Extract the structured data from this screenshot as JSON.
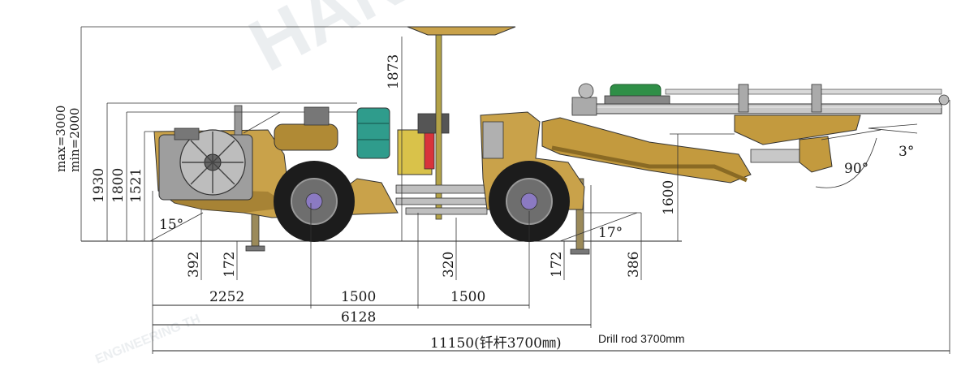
{
  "colors": {
    "body": "#c9a24a",
    "body_dark": "#8a6a24",
    "engine": "#2f9c8c",
    "cab": "#d9c24a",
    "tank_red": "#d8343b",
    "boom": "#c39a3e",
    "rail": "#c8c8c8",
    "hammer": "#2f8f47",
    "tire": "#1c1c1c",
    "hub": "#8b7ac2",
    "frame_grey": "#8c8c8c"
  },
  "watermark": {
    "brand": "HANSHA",
    "sub": "ENGINEERING TH"
  },
  "dimensions": {
    "height_max": "max=3000",
    "height_min": "min=2000",
    "h1930": "1930",
    "h1800": "1800",
    "h1521": "1521",
    "h1873": "1873",
    "h1600": "1600",
    "h392": "392",
    "h172_left": "172",
    "h320": "320",
    "h172_right": "172",
    "h386": "386",
    "len2252": "2252",
    "len1500_a": "1500",
    "len1500_b": "1500",
    "len6128": "6128",
    "len11150": "11150(钎杆3700㎜)",
    "drill_rod_note": "Drill rod 3700mm"
  },
  "angles": {
    "a15": "15°",
    "a17": "17°",
    "a90": "90°",
    "a3": "3°"
  }
}
